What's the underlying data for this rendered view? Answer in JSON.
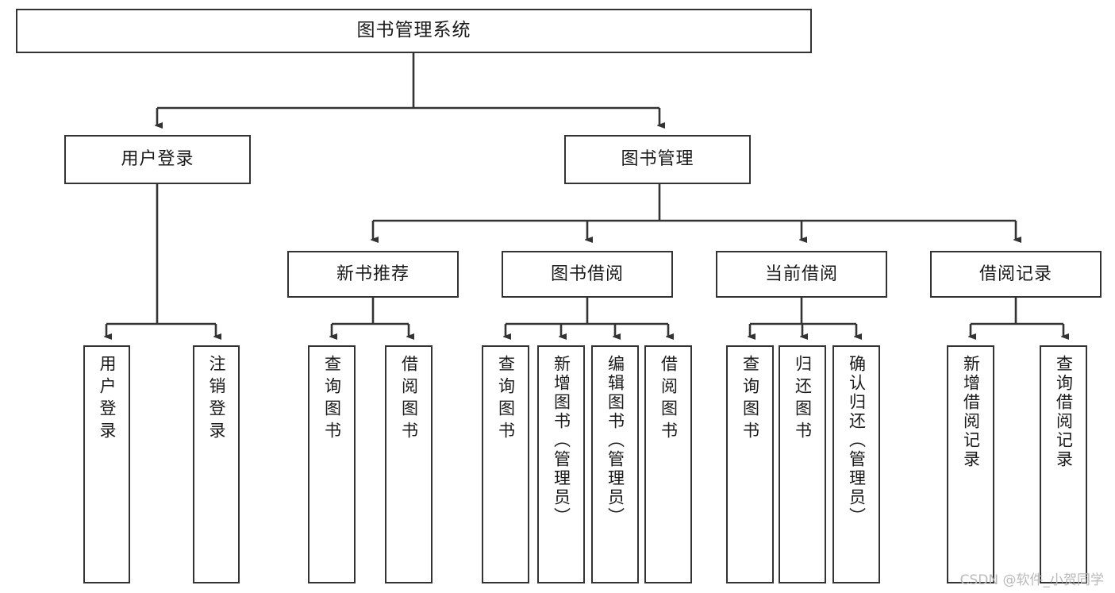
{
  "diagram": {
    "type": "tree",
    "title": "图书管理系统",
    "watermark": "CSDN @软件_小贺同学",
    "colors": {
      "border": "#333333",
      "background": "#ffffff",
      "text": "#1a1a1a",
      "watermark": "#b9b9b9"
    },
    "nodes": {
      "root": {
        "label": "图书管理系统"
      },
      "level2": [
        {
          "label": "用户登录"
        },
        {
          "label": "图书管理"
        }
      ],
      "level3": [
        {
          "label": "新书推荐"
        },
        {
          "label": "图书借阅"
        },
        {
          "label": "当前借阅"
        },
        {
          "label": "借阅记录"
        }
      ],
      "leaves": [
        {
          "label": "用户登录",
          "parent": "用户登录"
        },
        {
          "label": "注销登录",
          "parent": "用户登录"
        },
        {
          "label": "查询图书",
          "parent": "新书推荐"
        },
        {
          "label": "借阅图书",
          "parent": "新书推荐"
        },
        {
          "label": "查询图书",
          "parent": "图书借阅"
        },
        {
          "label": "新增图书（管理员）",
          "parent": "图书借阅"
        },
        {
          "label": "编辑图书（管理员）",
          "parent": "图书借阅"
        },
        {
          "label": "借阅图书",
          "parent": "图书借阅"
        },
        {
          "label": "查询图书",
          "parent": "当前借阅"
        },
        {
          "label": "归还图书",
          "parent": "当前借阅"
        },
        {
          "label": "确认归还（管理员）",
          "parent": "当前借阅"
        },
        {
          "label": "新增借阅记录",
          "parent": "借阅记录"
        },
        {
          "label": "查询借阅记录",
          "parent": "借阅记录"
        }
      ]
    }
  }
}
